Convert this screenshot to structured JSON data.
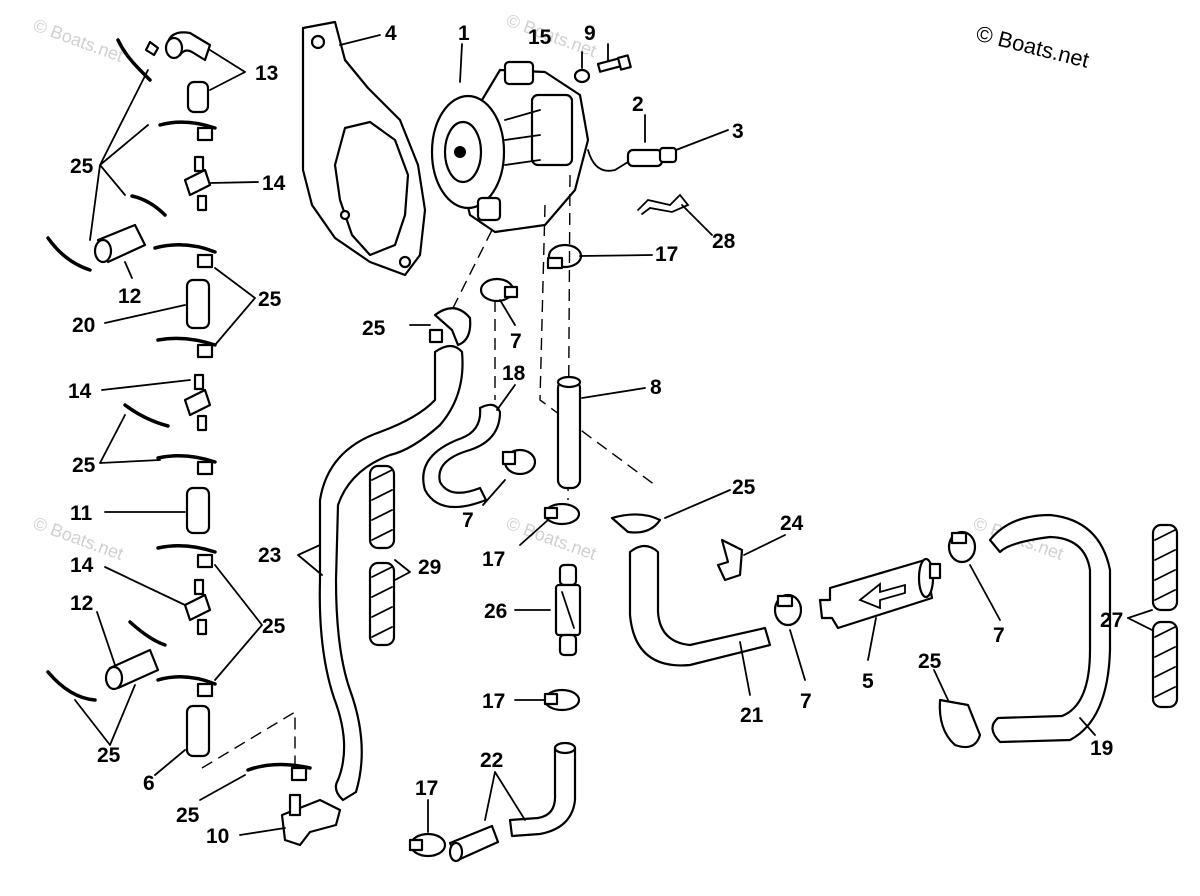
{
  "copyright": "© Boats.net",
  "watermark": "© Boats.net",
  "callouts": [
    {
      "label": "1"
    },
    {
      "label": "2"
    },
    {
      "label": "3"
    },
    {
      "label": "4"
    },
    {
      "label": "5"
    },
    {
      "label": "6"
    },
    {
      "label": "7"
    },
    {
      "label": "8"
    },
    {
      "label": "9"
    },
    {
      "label": "10"
    },
    {
      "label": "11"
    },
    {
      "label": "12"
    },
    {
      "label": "13"
    },
    {
      "label": "14"
    },
    {
      "label": "15"
    },
    {
      "label": "17"
    },
    {
      "label": "18"
    },
    {
      "label": "19"
    },
    {
      "label": "20"
    },
    {
      "label": "21"
    },
    {
      "label": "22"
    },
    {
      "label": "23"
    },
    {
      "label": "24"
    },
    {
      "label": "25"
    },
    {
      "label": "26"
    },
    {
      "label": "27"
    },
    {
      "label": "28"
    },
    {
      "label": "29"
    }
  ]
}
